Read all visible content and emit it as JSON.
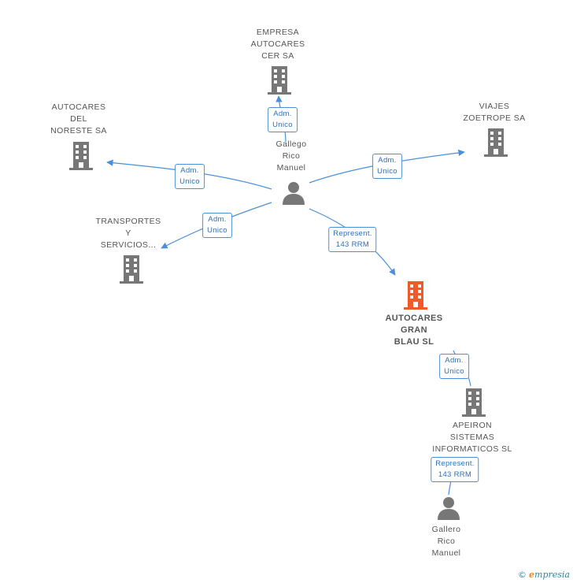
{
  "nodes": {
    "empresa_autocares_cer": {
      "lines": [
        "EMPRESA",
        "AUTOCARES",
        "CER SA"
      ],
      "kind": "company"
    },
    "autocares_noreste": {
      "lines": [
        "AUTOCARES",
        "DEL",
        "NORESTE SA"
      ],
      "kind": "company"
    },
    "viajes_zoetrope": {
      "lines": [
        "VIAJES",
        "ZOETROPE SA"
      ],
      "kind": "company"
    },
    "transportes_servicios": {
      "lines": [
        "TRANSPORTES",
        "Y",
        "SERVICIOS..."
      ],
      "kind": "company"
    },
    "gallego_rico_manuel": {
      "lines": [
        "Gallego",
        "Rico",
        "Manuel"
      ],
      "kind": "person"
    },
    "autocares_gran_blau": {
      "lines": [
        "AUTOCARES",
        "GRAN",
        "BLAU SL"
      ],
      "kind": "company-focus"
    },
    "apeiron_sistemas": {
      "lines": [
        "APEIRON",
        "SISTEMAS",
        "INFORMATICOS SL"
      ],
      "kind": "company"
    },
    "gallero_rico_manuel": {
      "lines": [
        "Gallero",
        "Rico",
        "Manuel"
      ],
      "kind": "person"
    }
  },
  "edges": {
    "to_cer": [
      "Adm.",
      "Unico"
    ],
    "to_noreste": [
      "Adm.",
      "Unico"
    ],
    "to_zoetrope": [
      "Adm.",
      "Unico"
    ],
    "to_transportes": [
      "Adm.",
      "Unico"
    ],
    "to_gran_blau": [
      "Represent.",
      "143 RRM"
    ],
    "apeiron_to_gran_blau": [
      "Adm.",
      "Unico"
    ],
    "gallero_to_apeiron": [
      "Represent.",
      "143 RRM"
    ]
  },
  "colors": {
    "edge": "#4a90d9",
    "company_icon": "#777777",
    "focus_icon": "#f05a28",
    "person_icon": "#777777"
  },
  "branding": {
    "copyright": "©",
    "name": "mpresia",
    "initial": "e"
  }
}
